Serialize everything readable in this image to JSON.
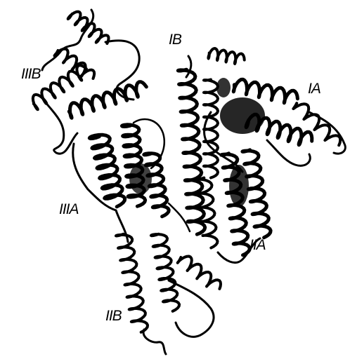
{
  "figure": {
    "style": "black-and-white ribbon diagram of a protein with six labelled subdomains",
    "ink_color": "#000000",
    "background_color": "#ffffff"
  },
  "labels": {
    "IIIB": "IIIB",
    "IB": "IB",
    "IA": "IA",
    "IIIA": "IIIA",
    "IIA": "IIA",
    "IIB": "IIB"
  }
}
